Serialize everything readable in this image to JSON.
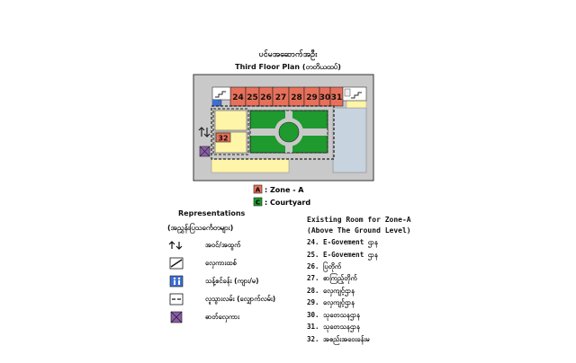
{
  "plan": {
    "title_my": "ပင်မအဆောက်အဦး",
    "title_en": "Third Floor Plan (တတိယထပ်)",
    "room_numbers": [
      "24",
      "25",
      "26",
      "27",
      "28",
      "29",
      "30",
      "31"
    ],
    "room_32": "32"
  },
  "key": {
    "zone_a_letter": "A",
    "zone_a_label": ": Zone - A",
    "courtyard_letter": "C",
    "courtyard_label": ": Courtyard"
  },
  "representations": {
    "heading": "Representations",
    "subheading": "(အညွှန်းပြသင်္ကေတများ)",
    "items": [
      {
        "icon": "up-down-arrows-icon",
        "label": "အဝင်/အထွက်"
      },
      {
        "icon": "stairs-icon",
        "label": "လှေကားထစ်"
      },
      {
        "icon": "toilet-icon",
        "label": "သန့်စင်ခန်း (ကျား/မ)"
      },
      {
        "icon": "corridor-icon",
        "label": "လူသွားလမ်း (လျှောက်လမ်း)"
      },
      {
        "icon": "elevator-icon",
        "label": "ဓာတ်လှေကား"
      }
    ]
  },
  "existing_rooms": {
    "heading_line1": "Existing Room for Zone-A",
    "heading_line2": "(Above The Ground Level)",
    "rooms": [
      "24. E-Govement ဌာန",
      "25. E-Govement ဌာန",
      "26. ပြတိုက်",
      "27. စာကြည့်တိုက်",
      "28. လှေကျင့်ဌာန",
      "29. လှေကျင့်ဌာန",
      "30. သုတေသနဌာန",
      "31. သုတေသနဌာန",
      "32. အစည်းအဝေးခန်းမ"
    ]
  },
  "colors": {
    "zone_a": "#e8705a",
    "courtyard": "#1e9a2e",
    "building": "#c9c9c9",
    "light_yellow": "#fff5a8",
    "blue_gray": "#c7d3de",
    "elevator": "#8b5ca8"
  }
}
